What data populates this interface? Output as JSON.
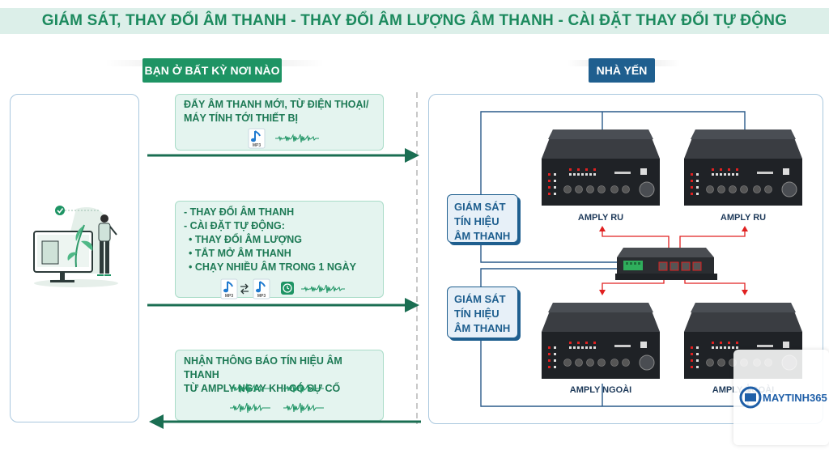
{
  "title": "GIÁM SÁT, THAY ĐỔI ÂM THANH - THAY ĐỔI ÂM LƯỢNG ÂM THANH - CÀI ĐẶT THAY ĐỔI TỰ ĐỘNG",
  "left_section": {
    "label": "BẠN Ở BẤT KỲ NƠI NÀO"
  },
  "right_section": {
    "label": "NHÀ YẾN"
  },
  "messages": {
    "push": {
      "line1": "ĐẨY ÂM THANH MỚI, TỪ ĐIỆN THOẠI/",
      "line2": "MÁY TÍNH TỚI THIẾT BỊ",
      "file_label": "MP3"
    },
    "change": {
      "line1": "- THAY ĐỔI ÂM THANH",
      "line2": "- CÀI ĐẶT TỰ ĐỘNG:",
      "items": [
        "THAY ĐỔI ÂM LƯỢNG",
        "TẮT MỞ ÂM THANH",
        "CHẠY NHIỀU ÂM TRONG 1 NGÀY"
      ],
      "file_label": "MP3"
    },
    "notify": {
      "line1": "NHẬN THÔNG BÁO TÍN HIỆU ÂM THANH",
      "line2": "TỪ AMPLY NGAY KHI CÓ SỰ CỐ"
    }
  },
  "signal_boxes": [
    {
      "line1": "GIÁM SÁT",
      "line2": "TÍN HIỆU",
      "line3": "ÂM THANH"
    },
    {
      "line1": "GIÁM SÁT",
      "line2": "TÍN HIỆU",
      "line3": "ÂM THANH"
    }
  ],
  "amplifiers": [
    "AMPLY RU",
    "AMPLY RU",
    "AMPLY NGOÀI",
    "AMPLY NGOÀI"
  ],
  "watermark": {
    "brand": "MAYTINH365"
  },
  "colors": {
    "green": "#1e9464",
    "blue": "#1f5f8f",
    "red": "#e02020",
    "arrow": "#1a6e52",
    "line": "#2a5a8a"
  }
}
